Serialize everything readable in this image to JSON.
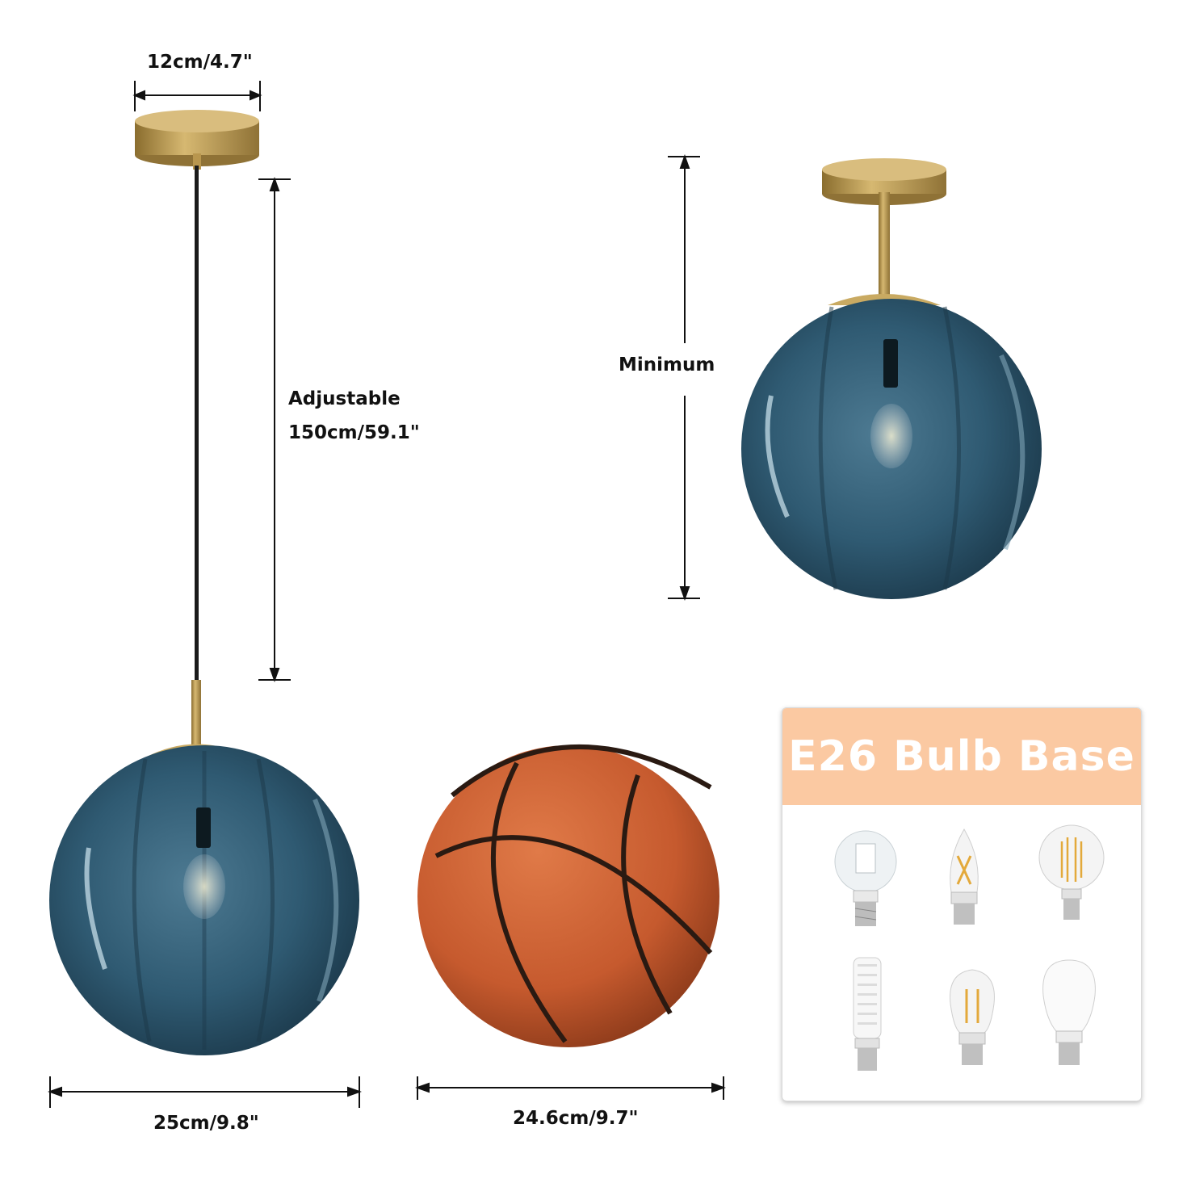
{
  "dimensions": {
    "canopy_width": "12cm/4.7\"",
    "cord_label_line1": "Adjustable",
    "cord_label_line2": "150cm/59.1\"",
    "minimum_label": "Minimum",
    "globe_width": "25cm/9.8\"",
    "ball_width": "24.6cm/9.7\""
  },
  "bulb_card": {
    "title": "E26 Bulb Base",
    "bulbs": [
      "led-globe-bulb-icon",
      "candle-filament-bulb-icon",
      "globe-filament-bulb-icon",
      "corn-led-bulb-icon",
      "edison-filament-bulb-icon",
      "a19-led-bulb-icon"
    ]
  },
  "colors": {
    "glass": "#2f5a72",
    "brass": "#b8964e",
    "basketball": "#c65a2e",
    "card_header": "#fbc9a2"
  }
}
